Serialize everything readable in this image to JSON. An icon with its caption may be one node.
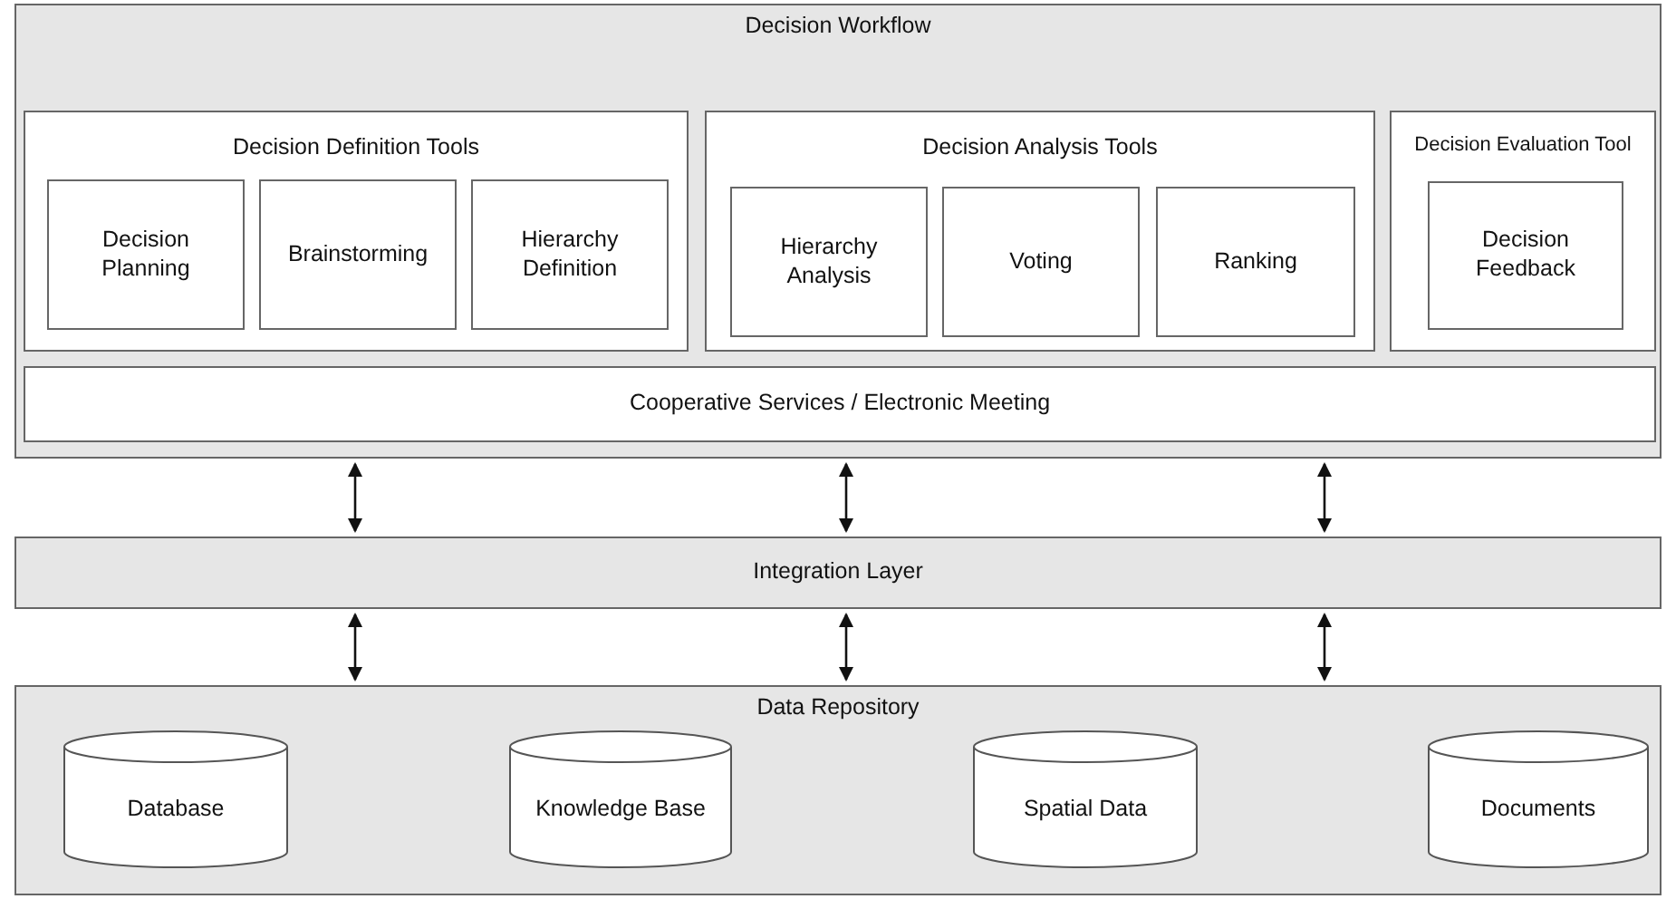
{
  "diagram": {
    "nodes": [
      {
        "text": [
          "Decision Workflow"
        ]
      },
      {
        "text": [
          "Decision Definition Tools"
        ],
        "in": 0
      },
      {
        "text": [
          "Decision Planning"
        ],
        "in": 1
      },
      {
        "text": [
          "Brainstorming"
        ],
        "in": 1
      },
      {
        "text": [
          "Hierarchy Definition"
        ],
        "in": 1
      },
      {
        "text": [
          "Decision Analysis Tools"
        ],
        "in": 0
      },
      {
        "text": [
          "Hierarchy Analysis"
        ],
        "in": 5
      },
      {
        "text": [
          "Voting"
        ],
        "in": 5
      },
      {
        "text": [
          "Ranking"
        ],
        "in": 5
      },
      {
        "text": [
          "Decision Evaluation Tool"
        ],
        "in": 0
      },
      {
        "text": [
          "Decision Feedback"
        ],
        "in": 9
      },
      {
        "text": [
          "Cooperative Services / Electronic Meeting"
        ],
        "in": 0
      },
      {
        "text": [
          "Integration Layer"
        ]
      },
      {
        "text": [
          "Data Repository"
        ]
      },
      {
        "text": [
          "Database"
        ],
        "in": 13
      },
      {
        "text": [
          "Knowledge Base"
        ],
        "in": 13
      },
      {
        "text": [
          "Spatial Data"
        ],
        "in": 13
      },
      {
        "text": [
          "Documents"
        ],
        "in": 13
      }
    ],
    "edges": [
      {
        "from": 0,
        "to": 12,
        "arrow": "both"
      },
      {
        "from": 0,
        "to": 12,
        "arrow": "both"
      },
      {
        "from": 0,
        "to": 12,
        "arrow": "both"
      },
      {
        "from": 12,
        "to": 13,
        "arrow": "both"
      },
      {
        "from": 12,
        "to": 13,
        "arrow": "both"
      },
      {
        "from": 12,
        "to": 13,
        "arrow": "both"
      }
    ]
  }
}
